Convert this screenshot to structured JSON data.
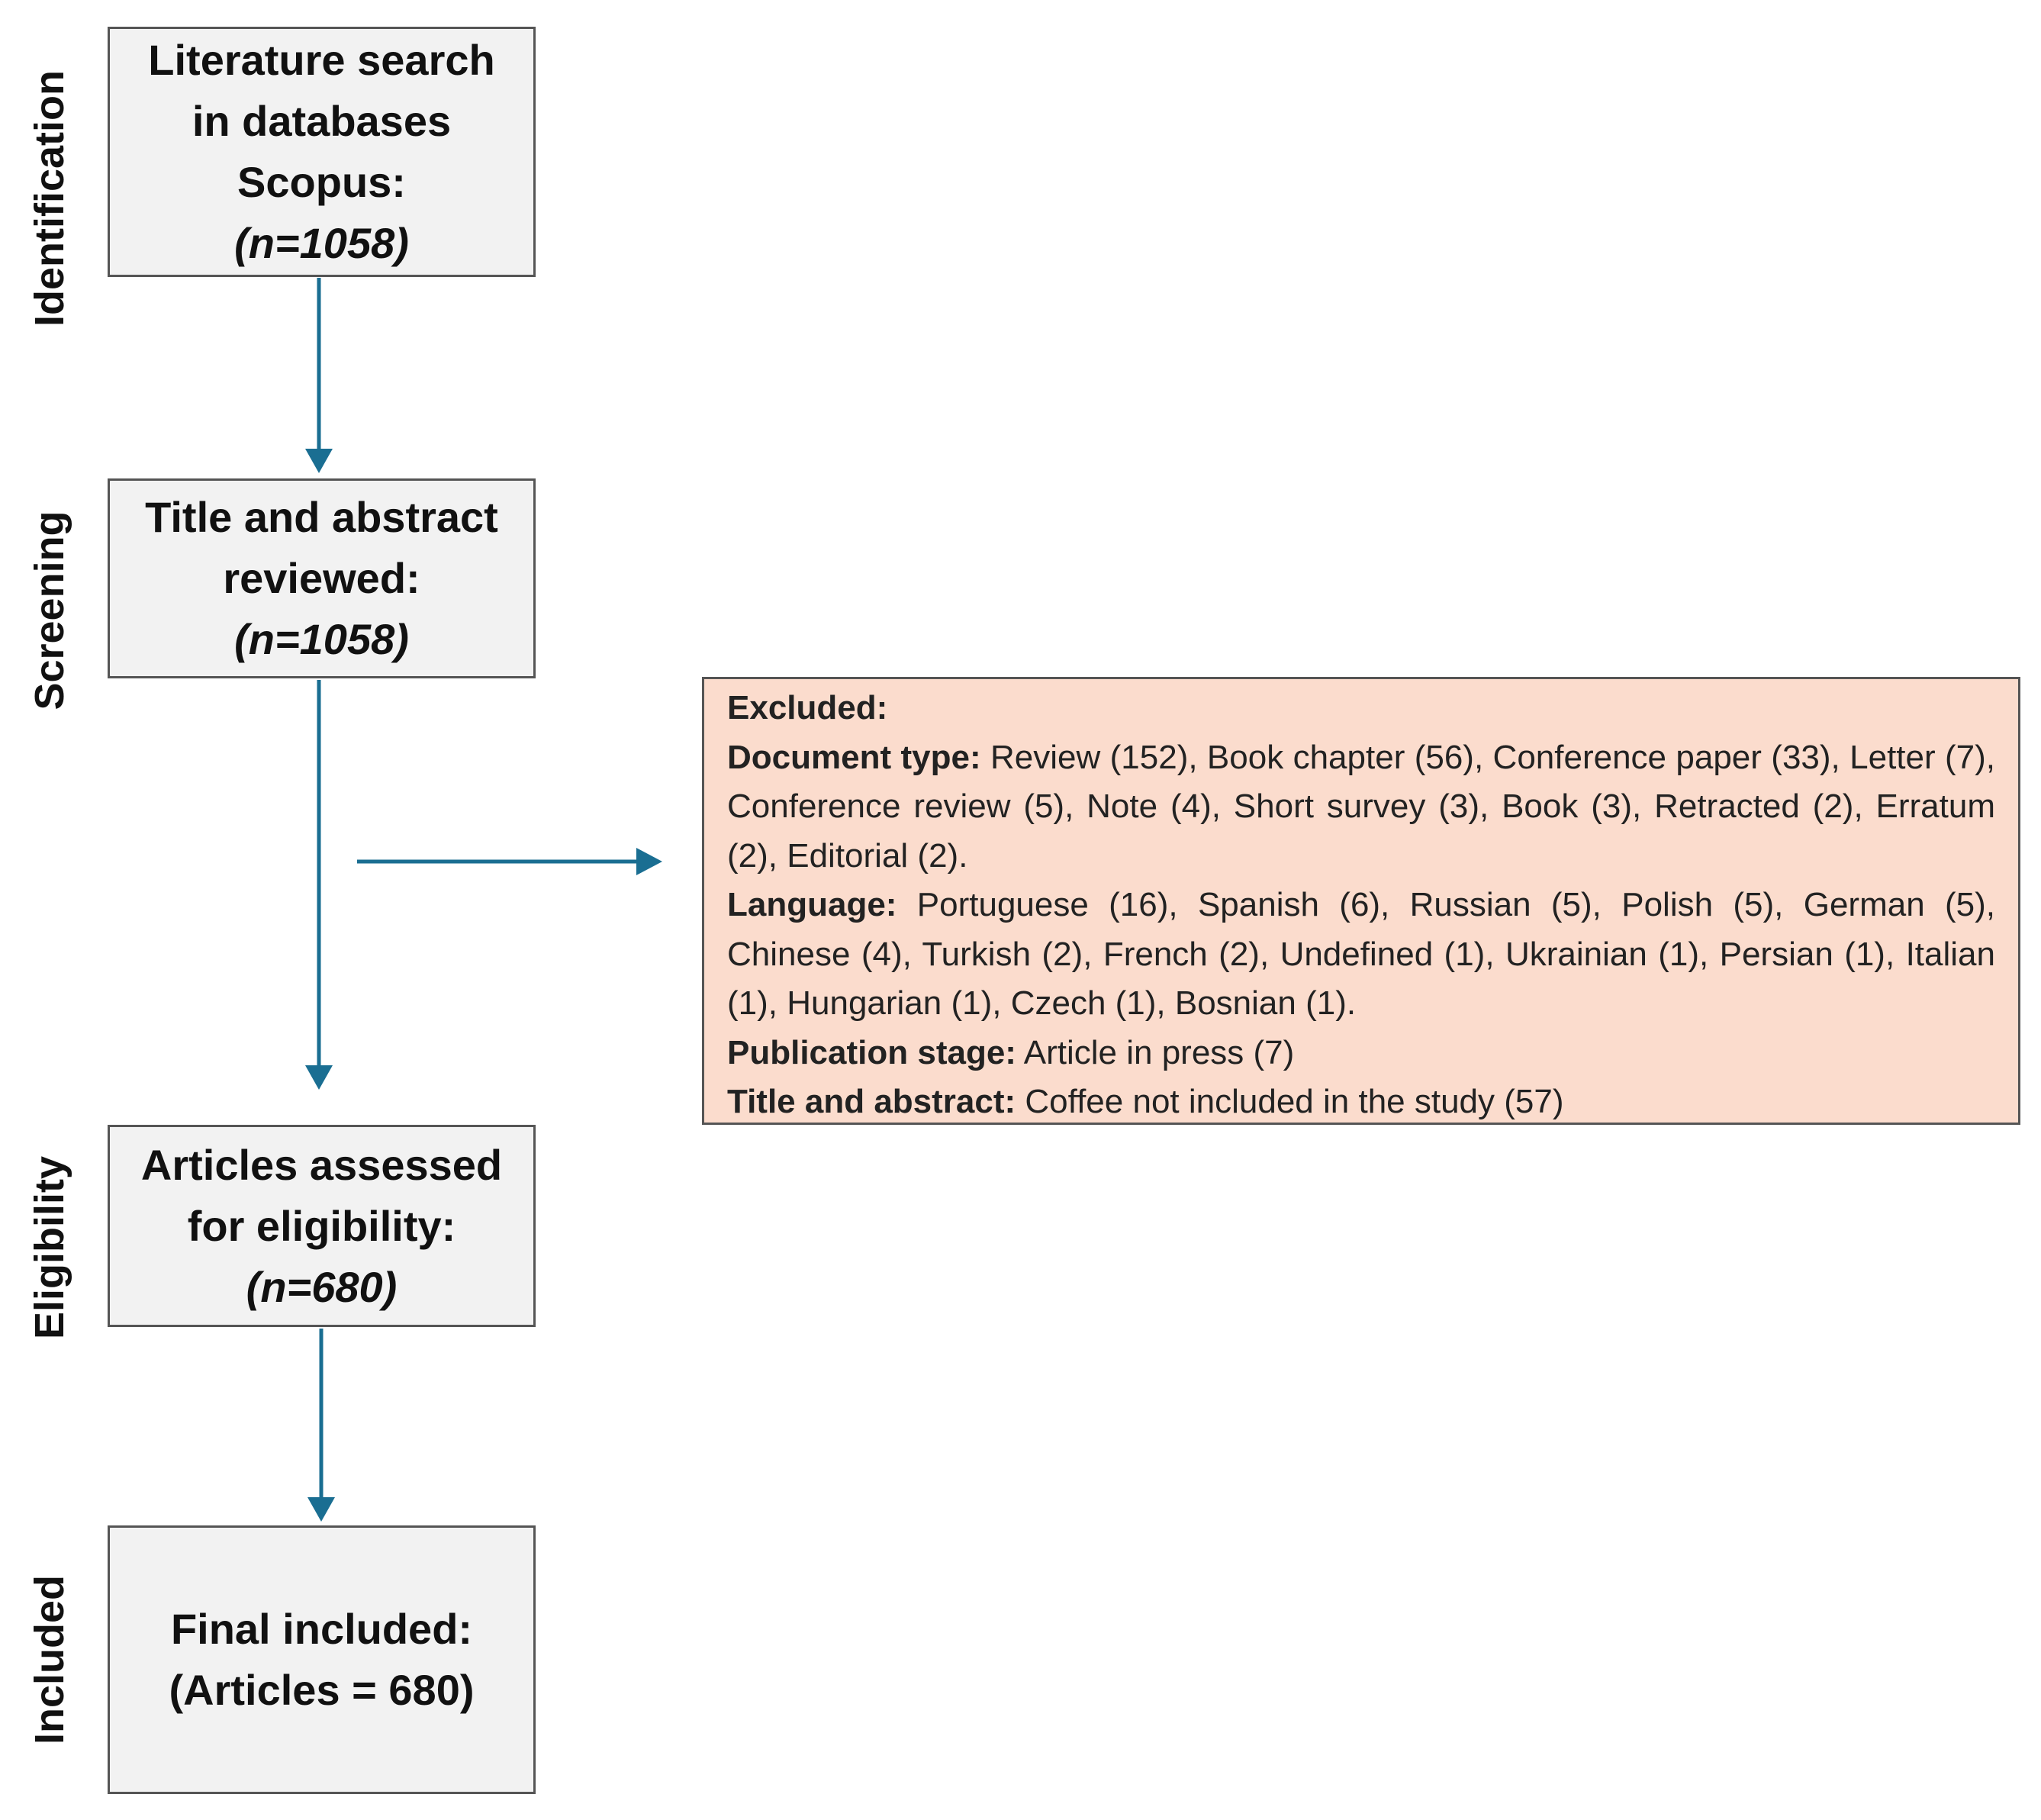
{
  "stages": {
    "identification": "Identification",
    "screening": "Screening",
    "eligibility": "Eligibility",
    "included": "Included"
  },
  "boxes": {
    "identification": {
      "line1": "Literature search",
      "line2": "in databases",
      "line3": "Scopus:",
      "count": "(n=1058)"
    },
    "screening": {
      "line1": "Title and abstract",
      "line2": "reviewed:",
      "count": "(n=1058)"
    },
    "eligibility": {
      "line1": "Articles assessed",
      "line2": "for eligibility:",
      "count": "(n=680)"
    },
    "included": {
      "line1": "Final included:",
      "line2": "(Articles = 680)"
    }
  },
  "excluded": {
    "heading": "Excluded:",
    "document_type_label": "Document type:",
    "document_type_text": "Review (152), Book chapter (56), Conference paper (33), Letter (7), Conference review (5), Note (4), Short survey (3), Book (3), Retracted (2), Erratum (2), Editorial (2).",
    "language_label": "Language:",
    "language_text": "Portuguese (16), Spanish (6), Russian (5), Polish (5), German (5), Chinese (4), Turkish (2), French (2), Undefined (1), Ukrainian (1), Persian (1), Italian (1), Hungarian (1), Czech (1), Bosnian (1).",
    "publication_stage_label": "Publication stage:",
    "publication_stage_text": "Article in press (7)",
    "title_abstract_label": "Title and abstract:",
    "title_abstract_text": "Coffee not included in the study (57)"
  },
  "colors": {
    "arrow": "#1a6e92",
    "box_fill": "#f2f2f2",
    "excluded_fill": "#fbdccd",
    "border": "#555555"
  }
}
